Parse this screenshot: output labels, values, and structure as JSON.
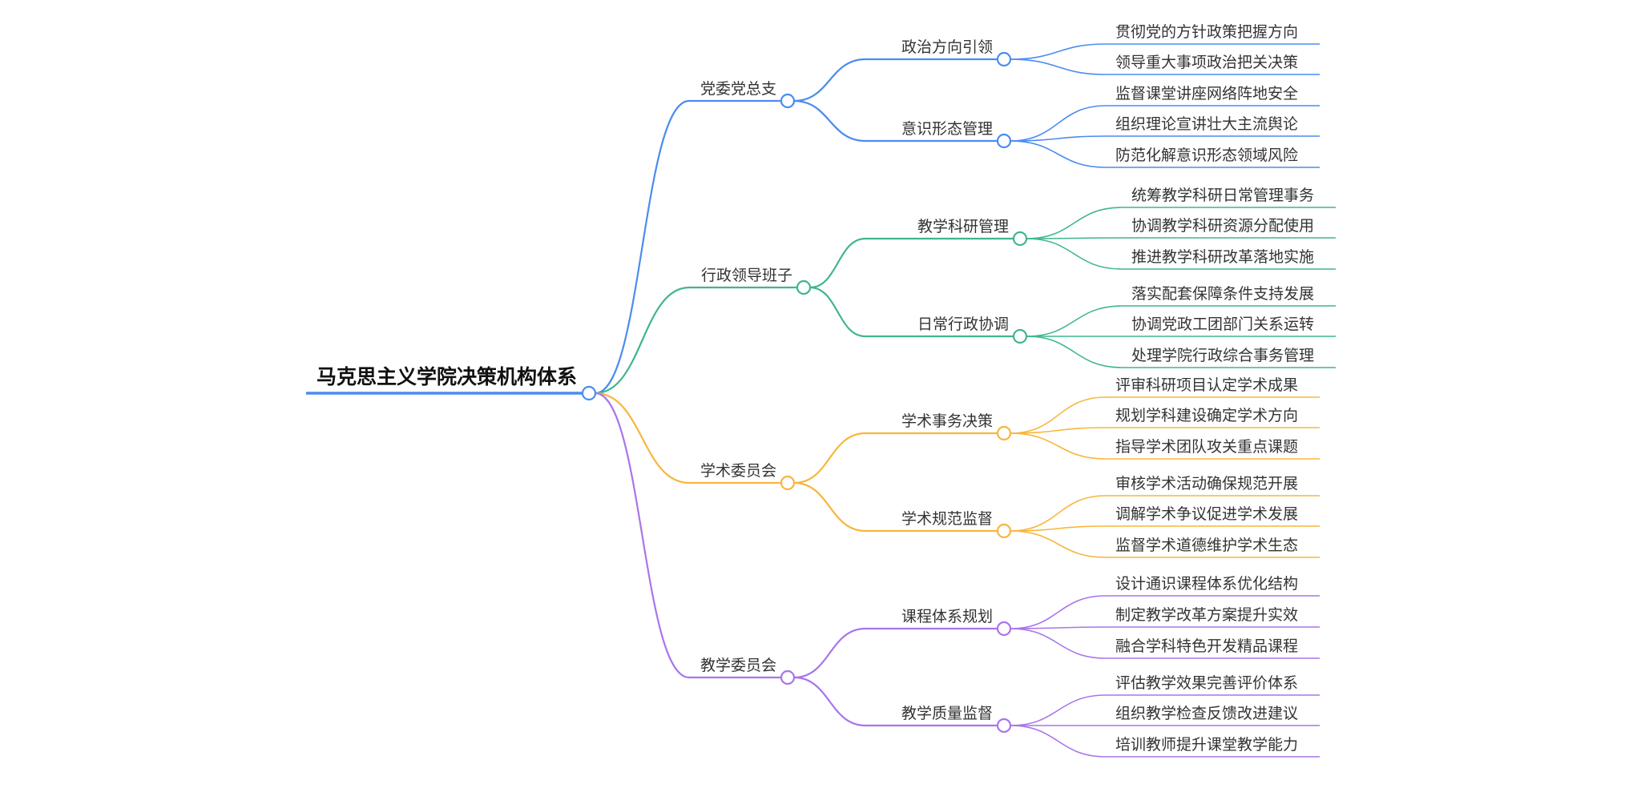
{
  "mindmap": {
    "title": "马克思主义学院决策机构体系",
    "root_color": "#4a8cf2",
    "branches": [
      {
        "label": "党委党总支",
        "color": "#4a8cf2",
        "children": [
          {
            "label": "政治方向引领",
            "items": [
              "贯彻党的方针政策把握方向",
              "领导重大事项政治把关决策"
            ]
          },
          {
            "label": "意识形态管理",
            "items": [
              "监督课堂讲座网络阵地安全",
              "组织理论宣讲壮大主流舆论",
              "防范化解意识形态领域风险"
            ]
          }
        ]
      },
      {
        "label": "行政领导班子",
        "color": "#3fb68b",
        "children": [
          {
            "label": "教学科研管理",
            "items": [
              "统筹教学科研日常管理事务",
              "协调教学科研资源分配使用",
              "推进教学科研改革落地实施"
            ]
          },
          {
            "label": "日常行政协调",
            "items": [
              "落实配套保障条件支持发展",
              "协调党政工团部门关系运转",
              "处理学院行政综合事务管理"
            ]
          }
        ]
      },
      {
        "label": "学术委员会",
        "color": "#f8b63d",
        "children": [
          {
            "label": "学术事务决策",
            "items": [
              "评审科研项目认定学术成果",
              "规划学科建设确定学术方向",
              "指导学术团队攻关重点课题"
            ]
          },
          {
            "label": "学术规范监督",
            "items": [
              "审核学术活动确保规范开展",
              "调解学术争议促进学术发展",
              "监督学术道德维护学术生态"
            ]
          }
        ]
      },
      {
        "label": "教学委员会",
        "color": "#a875ec",
        "children": [
          {
            "label": "课程体系规划",
            "items": [
              "设计通识课程体系优化结构",
              "制定教学改革方案提升实效",
              "融合学科特色开发精品课程"
            ]
          },
          {
            "label": "教学质量监督",
            "items": [
              "评估教学效果完善评价体系",
              "组织教学检查反馈改进建议",
              "培训教师提升课堂教学能力"
            ]
          }
        ]
      }
    ]
  }
}
